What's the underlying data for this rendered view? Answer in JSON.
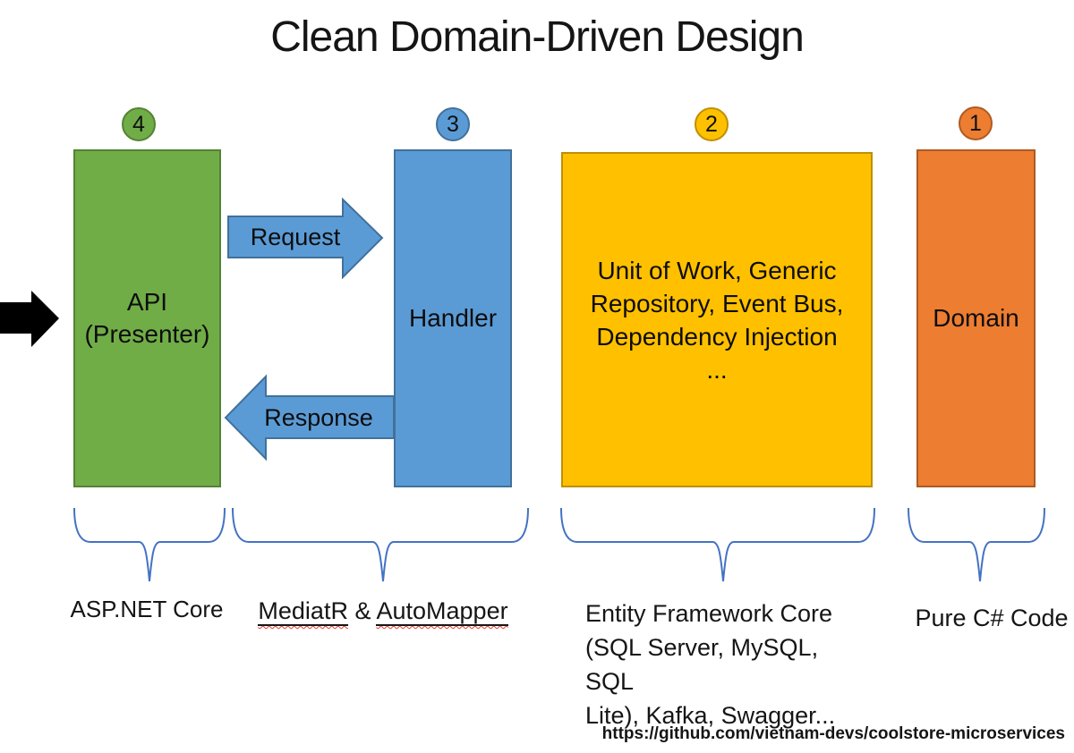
{
  "title": "Clean Domain-Driven Design",
  "layers": {
    "api": {
      "badge": "4",
      "label_lines": [
        "API",
        "(Presenter)"
      ],
      "caption": "ASP.NET Core",
      "fill": "#70AD47",
      "border": "#548235"
    },
    "handler": {
      "badge": "3",
      "label": "Handler",
      "fill": "#5B9BD5",
      "border": "#41719C"
    },
    "infrastructure": {
      "badge": "2",
      "label_lines": [
        "Unit of Work, Generic",
        "Repository, Event Bus,",
        "Dependency Injection",
        "..."
      ],
      "caption_lines": [
        "Entity Framework Core",
        "(SQL Server, MySQL, SQL",
        "Lite), Kafka, Swagger..."
      ],
      "fill": "#FFC000",
      "border": "#BF8F00"
    },
    "domain": {
      "badge": "1",
      "label": "Domain",
      "caption": "Pure C# Code",
      "fill": "#ED7D31",
      "border": "#AE5A21"
    }
  },
  "arrows": {
    "request_label": "Request",
    "response_label": "Response",
    "flow_color": "#5B9BD5",
    "flow_border": "#41719C",
    "entry_color": "#000000"
  },
  "mediatr_caption": {
    "word1": "MediatR",
    "separator": " & ",
    "word2": "AutoMapper",
    "squiggle_color": "#e03c31"
  },
  "brace_color": "#4472C4",
  "footer": {
    "url": "https://github.com/vietnam-devs/coolstore-microservices"
  }
}
